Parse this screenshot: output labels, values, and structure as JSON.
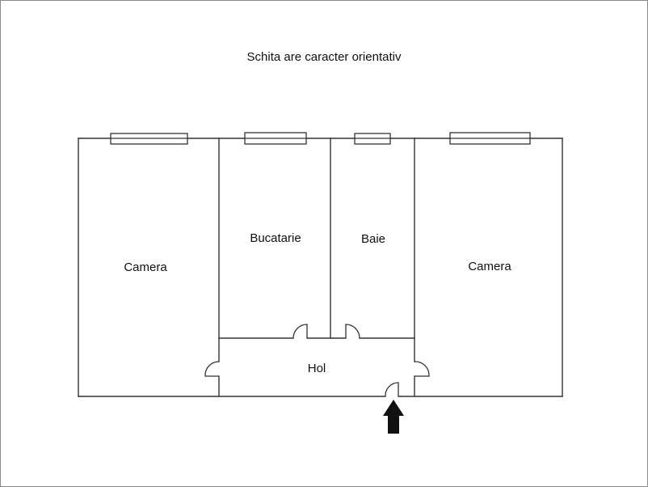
{
  "title": "Schita are caracter orientativ",
  "rooms": [
    {
      "id": "camera-left",
      "label": "Camera"
    },
    {
      "id": "bucatarie",
      "label": "Bucatarie"
    },
    {
      "id": "baie",
      "label": "Baie"
    },
    {
      "id": "camera-right",
      "label": "Camera"
    },
    {
      "id": "hol",
      "label": "Hol"
    }
  ],
  "windows_count": 4,
  "doors_count": 5,
  "entrance": {
    "icon": "arrow-up-icon",
    "color": "#111111"
  },
  "colors": {
    "walls": "#333333",
    "frame": "#8a8a8a",
    "background": "#ffffff"
  }
}
